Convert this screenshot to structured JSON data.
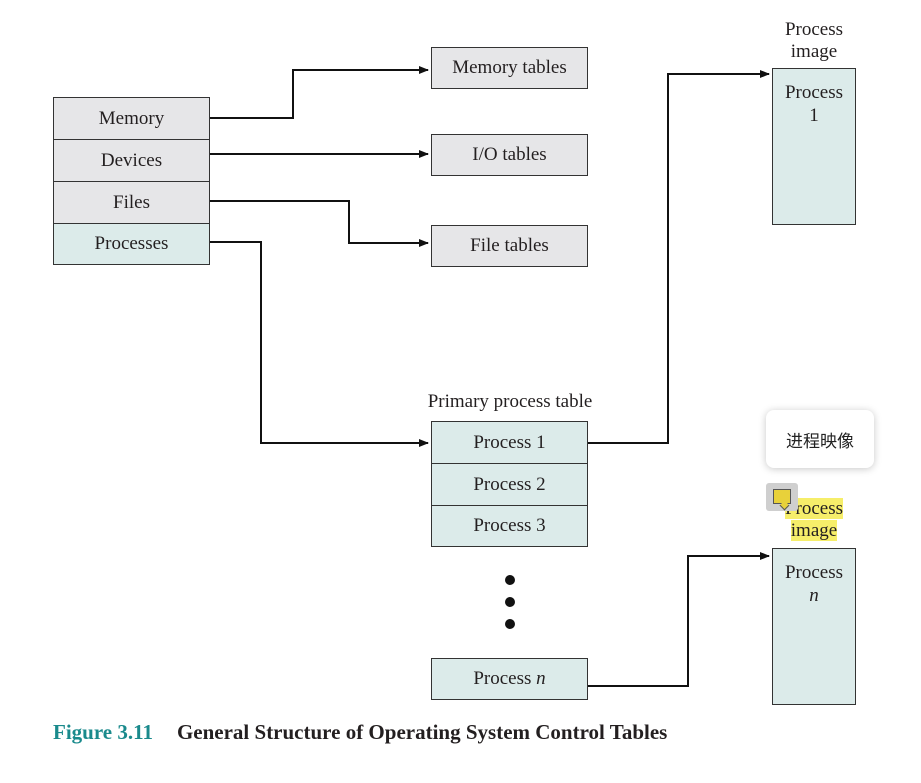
{
  "control_tables": [
    "Memory",
    "Devices",
    "Files",
    "Processes"
  ],
  "tables": {
    "memory": "Memory tables",
    "io": "I/O tables",
    "files": "File tables"
  },
  "primary_table": {
    "title": "Primary process table",
    "rows": [
      "Process 1",
      "Process 2",
      "Process 3"
    ],
    "last_row_prefix": "Process",
    "last_row_var": "n"
  },
  "process_image_top": {
    "label_line1": "Process",
    "label_line2": "image",
    "content_line1": "Process",
    "content_line2": "1"
  },
  "process_image_bottom": {
    "label_line1": "Process",
    "label_line2": "image",
    "content_line1": "Process",
    "content_line2": "n"
  },
  "tooltip": {
    "text": "进程映像"
  },
  "caption": {
    "number": "Figure 3.11",
    "title": "General Structure of Operating System Control Tables"
  },
  "colors": {
    "box_gray": "#e6e6e8",
    "box_teal": "#dcebea",
    "caption_number": "#1a8a8c",
    "highlight": "#f6ee6a"
  }
}
